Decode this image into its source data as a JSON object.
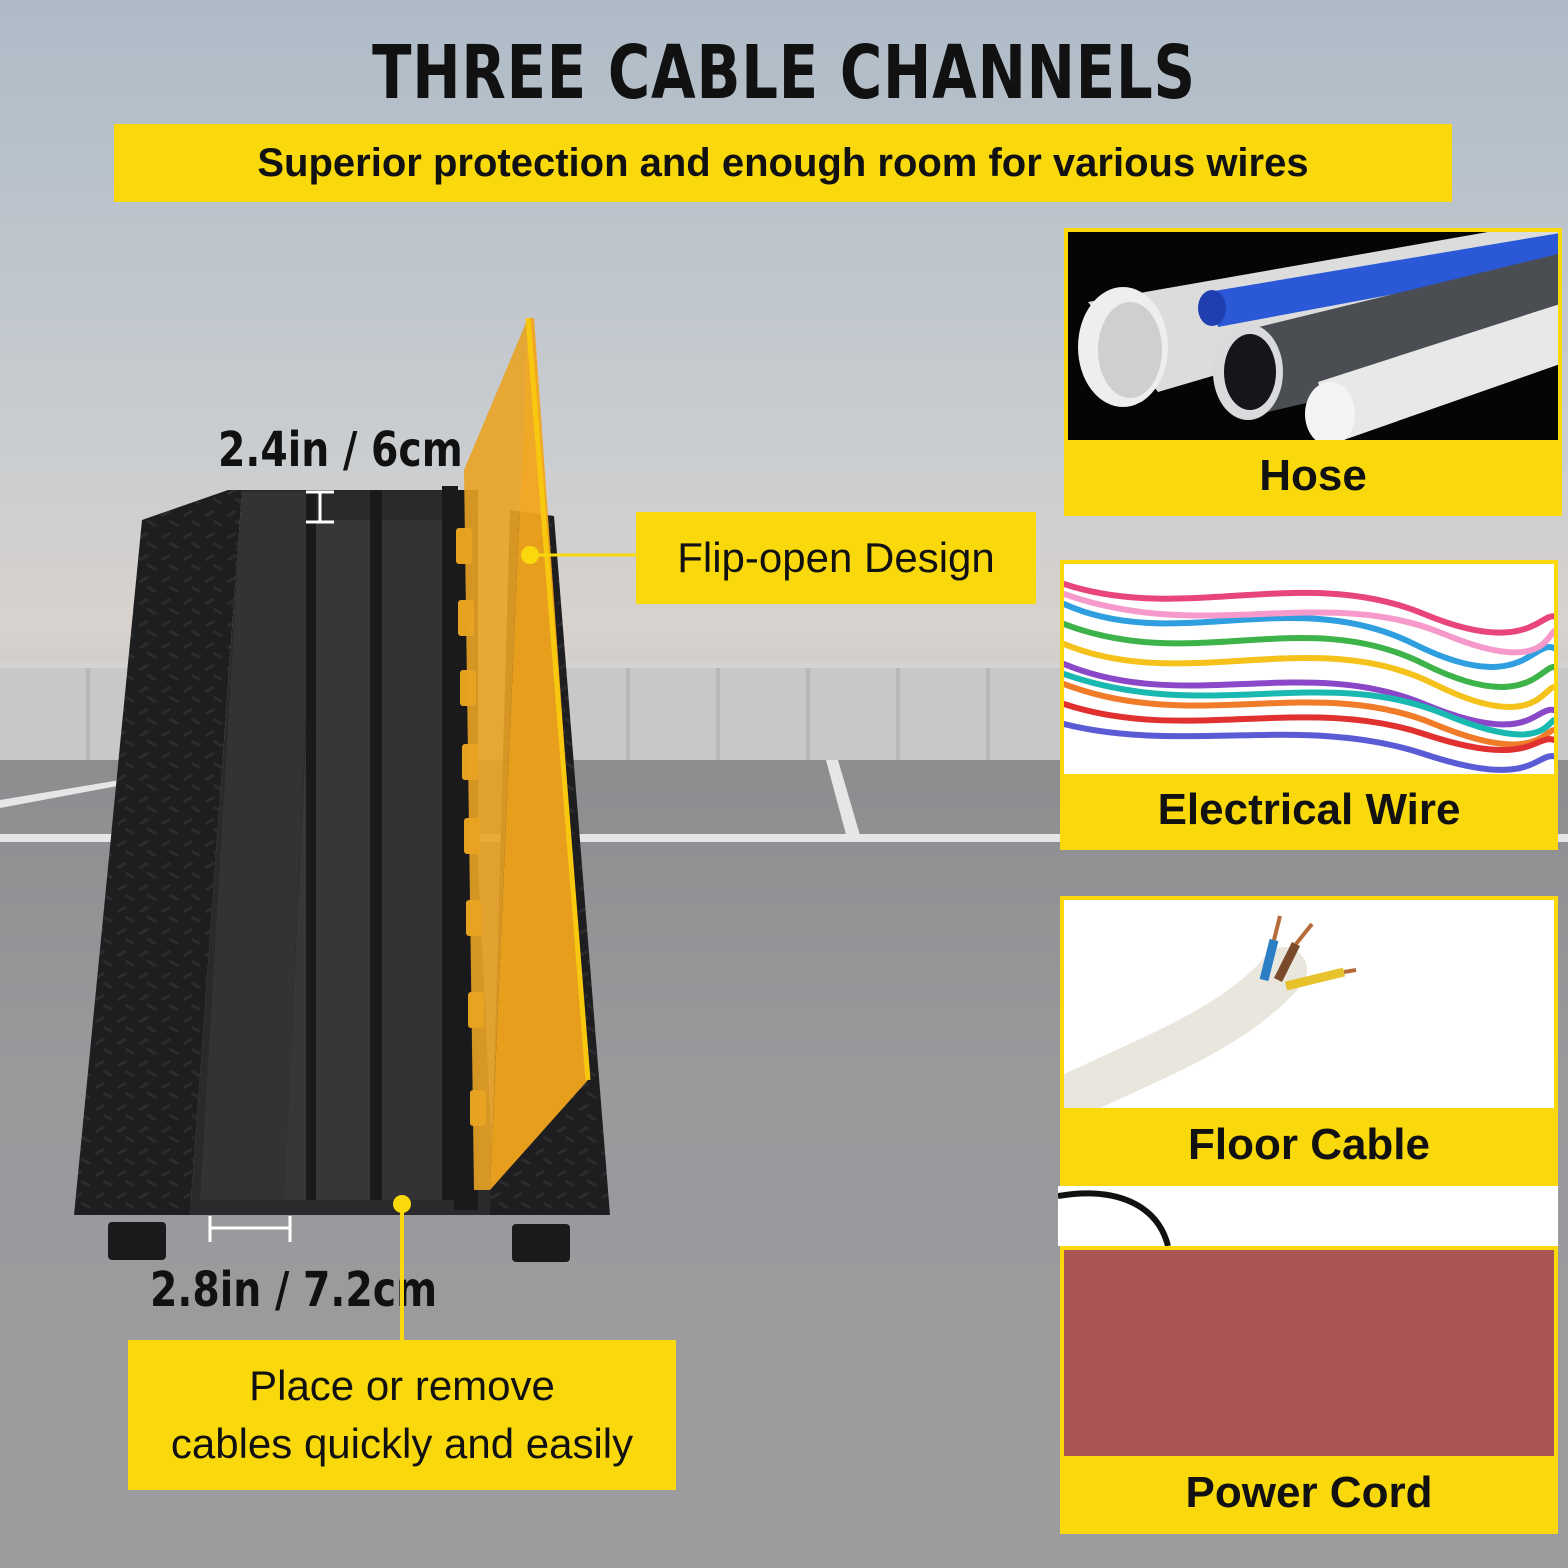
{
  "heading": {
    "title": "THREE CABLE CHANNELS",
    "subtitle": "Superior protection and enough room for various wires"
  },
  "protector": {
    "top_dimension": "2.4in / 6cm",
    "bottom_dimension": "2.8in / 7.2cm",
    "flip_callout": "Flip-open Design",
    "place_callout_line1": "Place or remove",
    "place_callout_line2": "cables quickly and easily"
  },
  "uses": [
    {
      "label": "Hose"
    },
    {
      "label": "Electrical Wire"
    },
    {
      "label": "Floor Cable"
    },
    {
      "label": "Power Cord"
    }
  ],
  "colors": {
    "accent_yellow": "#f9d90c",
    "protector_black": "#1c1c1e",
    "lid_amber": "#f2a51e",
    "power_cord_swatch": "#a95554"
  }
}
